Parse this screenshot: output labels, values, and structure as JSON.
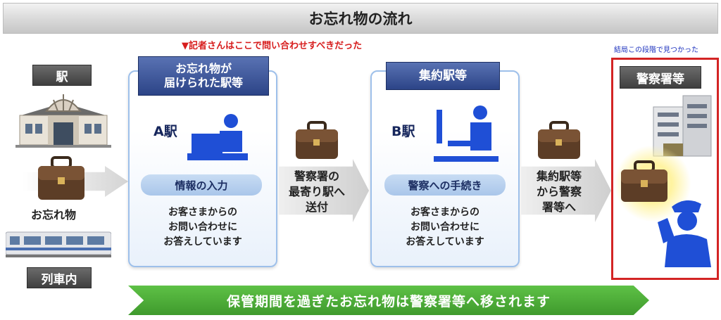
{
  "title": "お忘れ物の流れ",
  "notes": {
    "reporter": "▼記者さんはここで問い合わせすべきだった",
    "found": "結局この段階で見つかった"
  },
  "left": {
    "station_label": "駅",
    "item_label": "お忘れ物",
    "train_label": "列車内"
  },
  "panel_a": {
    "header": [
      "お忘れ物が",
      "届けられた駅等"
    ],
    "station": "A駅",
    "pill": "情報の入力",
    "body": "お客さまからの\nお問い合わせに\nお答えしています"
  },
  "arrow1": {
    "text": "警察署の\n最寄り駅へ\n送付"
  },
  "panel_b": {
    "header": "集約駅等",
    "station": "B駅",
    "pill": "警察への手続き",
    "body": "お客さまからの\nお問い合わせに\nお答えしています"
  },
  "arrow2": {
    "text": "集約駅等\nから警察\n署等へ"
  },
  "police": {
    "label": "警察署等"
  },
  "bottom_banner": "保管期間を過ぎたお忘れ物は警察署等へ移されます",
  "colors": {
    "panel_header": "#2c4487",
    "highlight_border": "#d32424",
    "note_red": "#d71d1d",
    "note_blue": "#1a2fbd",
    "banner_green": "#4fae3a",
    "figure_blue": "#1f4fd6"
  }
}
